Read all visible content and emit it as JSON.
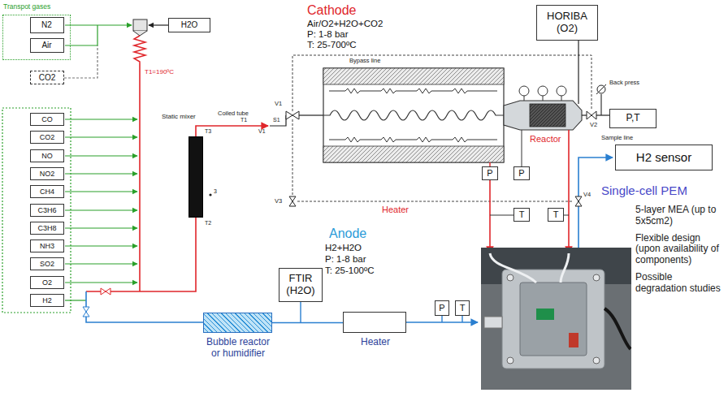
{
  "diagram": {
    "nodes": [
      {
        "text": [
          "Transpot gases"
        ]
      },
      {
        "text": [
          "N2"
        ],
        "in": 0
      },
      {
        "text": [
          "Air"
        ],
        "in": 0
      },
      {
        "text": [
          "CO2"
        ]
      },
      {
        "text": [
          "H2O"
        ]
      },
      {
        "text": [
          "CO"
        ]
      },
      {
        "text": [
          "CO2"
        ]
      },
      {
        "text": [
          "NO"
        ]
      },
      {
        "text": [
          "NO2"
        ]
      },
      {
        "text": [
          "CH4"
        ]
      },
      {
        "text": [
          "C3H6"
        ]
      },
      {
        "text": [
          "C3H8"
        ]
      },
      {
        "text": [
          "NH3"
        ]
      },
      {
        "text": [
          "SO2"
        ]
      },
      {
        "text": [
          "O2"
        ]
      },
      {
        "text": [
          "H2"
        ]
      },
      {
        "text": [
          "Static mixer"
        ]
      },
      {
        "text": [
          "HORIBA (O2)"
        ]
      },
      {
        "text": [
          "P"
        ]
      },
      {
        "text": [
          "P"
        ]
      },
      {
        "text": [
          "T"
        ]
      },
      {
        "text": [
          "T"
        ]
      },
      {
        "text": [
          "P,T"
        ]
      },
      {
        "text": [
          "H2 sensor"
        ]
      },
      {
        "text": [
          "FTIR (H2O)"
        ]
      },
      {
        "text": [
          "Bubble reactor or humidifier"
        ]
      },
      {
        "text": [
          "Heater"
        ]
      },
      {
        "text": [
          "P"
        ]
      },
      {
        "text": [
          "T"
        ]
      }
    ],
    "edges": [
      {
        "from": 25,
        "to": 26,
        "arrow": "none"
      }
    ],
    "labels": [
      "T1=190ºC",
      "Cathode",
      "Air/O2+H2O+CO2",
      "P: 1-8 bar",
      "T: 25-700ºC",
      "Coiled tube",
      "T3",
      "T2",
      "3",
      "T1",
      "V1",
      "S1",
      "Bypass line",
      "V1",
      "Heater",
      "Reactor",
      "Back press",
      "V2",
      "Sample line",
      "V3",
      "V4",
      "Anode",
      "H2+H2O",
      "P: 1-8 bar",
      "T: 25-100ºC",
      "Single-cell PEM",
      "5-layer MEA (up to 5x5cm2)",
      "Flexible design (upon availability of components)",
      "Possible degradation studies"
    ]
  }
}
